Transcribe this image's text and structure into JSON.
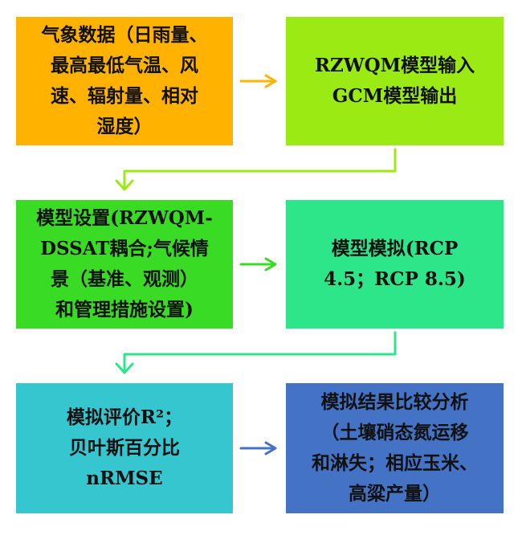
{
  "nodes": {
    "weather": {
      "lines": [
        "气象数据（日雨量、",
        "最高最低气温、风",
        "速、辐射量、相对",
        "湿度）"
      ],
      "color": "#FFB300"
    },
    "inputs": {
      "lines": [
        "RZWQM模型输入",
        "GCM模型输出"
      ],
      "color": "#9CEA14"
    },
    "setup": {
      "lines": [
        "模型设置(RZWQM-",
        "DSSAT耦合;气候情",
        "景（基准、观测）",
        "和管理措施设置)"
      ],
      "color": "#3ADB24"
    },
    "simulate": {
      "lines": [
        "模型模拟(RCP",
        "4.5；RCP 8.5)"
      ],
      "color": "#2EE68A"
    },
    "evaluate": {
      "lines": [
        "模拟评价R²；",
        "贝叶斯百分比",
        "nRMSE"
      ],
      "color": "#35C6CF"
    },
    "compare": {
      "lines": [
        "模拟结果比较分析",
        "（土壤硝态氮运移",
        "和淋失；相应玉米、",
        "高粱产量）"
      ],
      "color": "#4472C4"
    }
  },
  "arrow_colors": {
    "weather_to_inputs": "#FFB300",
    "inputs_to_setup": "#9CEA14",
    "setup_to_simulate": "#3ADB24",
    "simulate_to_evaluate": "#2EE68A",
    "evaluate_to_compare": "#4472C4"
  }
}
